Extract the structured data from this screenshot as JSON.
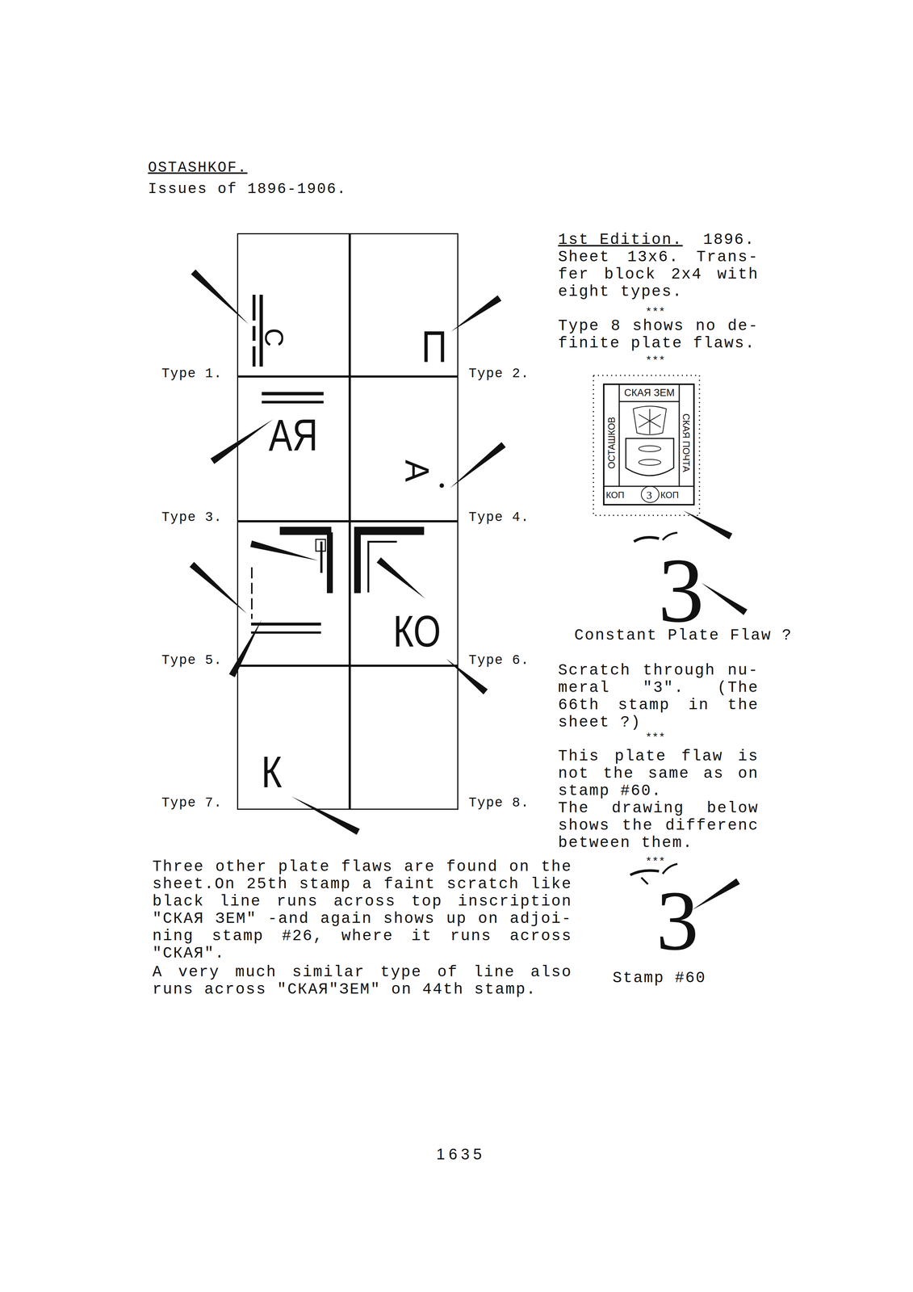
{
  "diagram": {
    "title": "OSTASHKOF.",
    "nodes": [
      {
        "text": [
          "С",
          "Type 1."
        ]
      },
      {
        "text": [
          "П",
          "Type 2."
        ]
      },
      {
        "text": [
          "АЯ",
          "Type 3."
        ]
      },
      {
        "text": [
          "А",
          "Type 4."
        ]
      },
      {
        "text": [
          "Type 5."
        ]
      },
      {
        "text": [
          "КО",
          "Type 6."
        ]
      },
      {
        "text": [
          "К",
          "Type 7."
        ]
      },
      {
        "text": [
          "Type 8."
        ]
      }
    ],
    "labels": [
      "Issues of 1896-1906.",
      "1st Edition.",
      "1896.",
      "Sheet 13x6. Trans- fer block 2x4 with eight types.",
      "***",
      "Type 8 shows no de- finite plate flaws.",
      "***",
      "СКАЯ ЗЕМ",
      "ОСТАШКОВ",
      "СКАЯ ПОЧТА",
      "КОП",
      "3",
      "КОП",
      "3",
      "Constant Plate Flaw ?",
      "Scratch through nu- meral \"3\". (The 66th stamp in the sheet ?)",
      "***",
      "This plate flaw is not the same as on stamp #60.",
      "The drawing below shows the differenc between them.",
      "***",
      "3",
      "Stamp #60",
      "Three other plate flaws are found on the sheet.On 25th stamp a faint scratch like black line runs across top inscription \"СКАЯ ЗЕМ\" -and again shows up on adjoi- ning stamp #26, where it runs across \"СКАЯ\".",
      "A very much similar type of line also runs across \"СКАЯ\"ЗЕМ\" on 44th stamp.",
      "1635"
    ]
  }
}
